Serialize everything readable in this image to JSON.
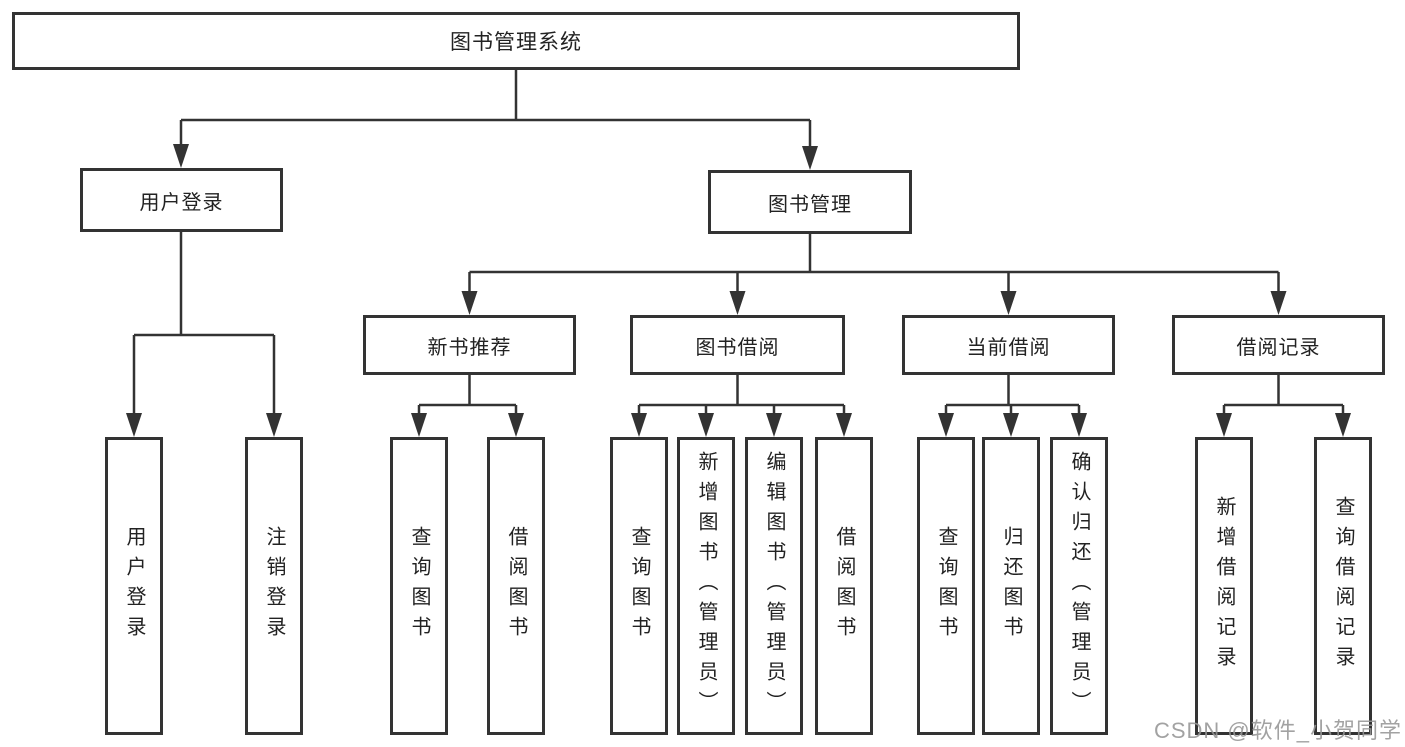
{
  "tree": {
    "root": {
      "label": "图书管理系统"
    },
    "user_login": {
      "label": "用户登录",
      "children": [
        {
          "label": "用户登录"
        },
        {
          "label": "注销登录"
        }
      ]
    },
    "book_mgmt": {
      "label": "图书管理",
      "groups": [
        {
          "label": "新书推荐",
          "children": [
            {
              "label": "查询图书"
            },
            {
              "label": "借阅图书"
            }
          ]
        },
        {
          "label": "图书借阅",
          "children": [
            {
              "label": "查询图书"
            },
            {
              "label": "新增图书（管理员）"
            },
            {
              "label": "编辑图书（管理员）"
            },
            {
              "label": "借阅图书"
            }
          ]
        },
        {
          "label": "当前借阅",
          "children": [
            {
              "label": "查询图书"
            },
            {
              "label": "归还图书"
            },
            {
              "label": "确认归还（管理员）"
            }
          ]
        },
        {
          "label": "借阅记录",
          "children": [
            {
              "label": "新增借阅记录"
            },
            {
              "label": "查询借阅记录"
            }
          ]
        }
      ]
    }
  },
  "watermark": {
    "text": "CSDN @软件_小贺同学"
  },
  "colors": {
    "line": "#333333",
    "text": "#222222",
    "watermark": "#969696",
    "background": "#ffffff"
  }
}
